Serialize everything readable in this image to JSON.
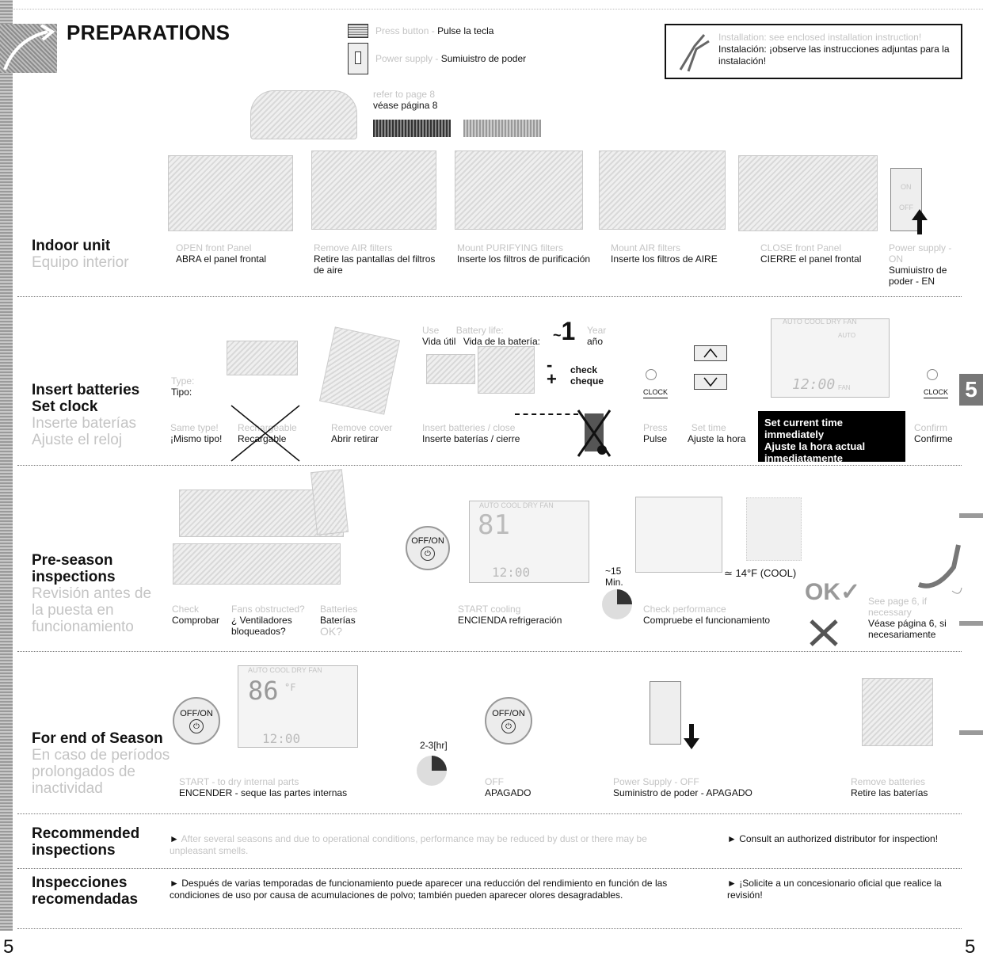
{
  "header": {
    "title": "PREPARATIONS",
    "press_button_en": "Press button",
    "press_button_es": "Pulse la tecla",
    "power_supply_en": "Power supply",
    "power_supply_es": "Sumiuistro de poder",
    "install_en": "Installation: see enclosed installation instruction!",
    "install_es": "Instalación: ¡observe las instrucciones adjuntas para la instalación!",
    "refer_en": "refer to page 8",
    "refer_es": "véase página 8"
  },
  "indoor": {
    "head_en": "Indoor unit",
    "head_es": "Equipo interior",
    "steps": [
      {
        "en": "OPEN front Panel",
        "es": "ABRA el panel frontal"
      },
      {
        "en": "Remove AIR filters",
        "es": "Retire las pantallas del filtros de aire"
      },
      {
        "en": "Mount PURIFYING filters",
        "es": "Inserte los filtros de purificación"
      },
      {
        "en": "Mount AIR filters",
        "es": "Inserte los filtros de AIRE"
      },
      {
        "en": "CLOSE front Panel",
        "es": "CIERRE el panel frontal"
      },
      {
        "en": "Power supply - ON",
        "es": "Sumiuistro de poder - EN"
      }
    ],
    "switch_on": "ON",
    "switch_off": "OFF"
  },
  "batteries": {
    "head1": "Insert batteries",
    "head2": "Set clock",
    "head3": "Inserte baterías",
    "head4": "Ajuste el reloj",
    "type_en": "Type:",
    "type_es": "Tipo:",
    "same_en": "Same type!",
    "same_es": "¡Mismo tipo!",
    "recharge_en": "Rechargeable",
    "recharge_es": "Recargable",
    "remove_cover_en": "Remove cover",
    "remove_cover_es": "Abrir retirar",
    "insert_en": "Insert batteries / close",
    "insert_es": "Inserte baterías / cierre",
    "use_en": "Use",
    "use_es": "Vida útil",
    "life_en": "Battery life:",
    "life_es": "Vida de la batería:",
    "one": "1",
    "year_en": "Year",
    "year_es": "año",
    "check_en": "check",
    "check_es": "cheque",
    "clock": "CLOCK",
    "press_en": "Press",
    "press_es": "Pulse",
    "settime_en": "Set time",
    "settime_es": "Ajuste la hora",
    "black1": "Set current time immediately",
    "black2": "Ajuste la hora actual inmediatamente",
    "confirm_en": "Confirm",
    "confirm_es": "Confirme",
    "lcd_modes": "AUTO    COOL DRY FAN",
    "lcd_time": "12:00",
    "lcd_auto": "AUTO",
    "lcd_fan": "FAN"
  },
  "preseason": {
    "head1": "Pre-season",
    "head2": "inspections",
    "head3": "Revisión antes de",
    "head4": "la puesta en",
    "head5": "funcionamiento",
    "check_en": "Check",
    "check_es": "Comprobar",
    "fans_en": "Fans obstructed?",
    "fans_es": "¿ Ventiladores bloqueados?",
    "batt_en": "Batteries",
    "batt_es": "Baterías",
    "ok": "OK?",
    "offon": "OFF/ON",
    "start_en": "START cooling",
    "start_es": "ENCIENDA refrigeración",
    "lcd_big": "81",
    "lcd_time": "12:00",
    "min": "~15 Min.",
    "temp": "≃ 14°F (COOL)",
    "perf_en": "Check performance",
    "perf_es": "Compruebe el funcionamiento",
    "okmark": "OK✓",
    "see_en": "See page 6, if necessary",
    "see_es": "Véase página 6, si necesariamente"
  },
  "endseason": {
    "head1": "For end of Season",
    "head2": "En caso de períodos",
    "head3": "prolongados de",
    "head4": "inactividad",
    "lcd_big": "86",
    "lcd_unit": "°F",
    "lcd_time": "12:00",
    "offon": "OFF/ON",
    "start_en": "START - to dry internal parts",
    "start_es": "ENCENDER - seque las partes internas",
    "hours": "2-3[hr]",
    "off_en": "OFF",
    "off_es": "APAGADO",
    "psoff_en": "Power Supply - OFF",
    "psoff_es": "Suministro de poder - APAGADO",
    "remove_en": "Remove batteries",
    "remove_es": "Retire las baterías"
  },
  "recommended": {
    "head_en1": "Recommended",
    "head_en2": "inspections",
    "head_es1": "Inspecciones",
    "head_es2": "recomendadas",
    "text_en": "After several seasons and due to operational conditions, performance may be reduced by dust or there may be unpleasant smells.",
    "consult_en": "Consult an authorized distributor for inspection!",
    "text_es": "Después de varias temporadas de funcionamiento puede aparecer una reducción del rendimiento en función de las condiciones de uso por causa de acumulaciones de polvo; también pueden aparecer olores desagradables.",
    "consult_es": "¡Solicite a un concesionario oficial que realice la revisión!"
  },
  "page": {
    "left": "5",
    "right": "5",
    "tab": "5"
  }
}
